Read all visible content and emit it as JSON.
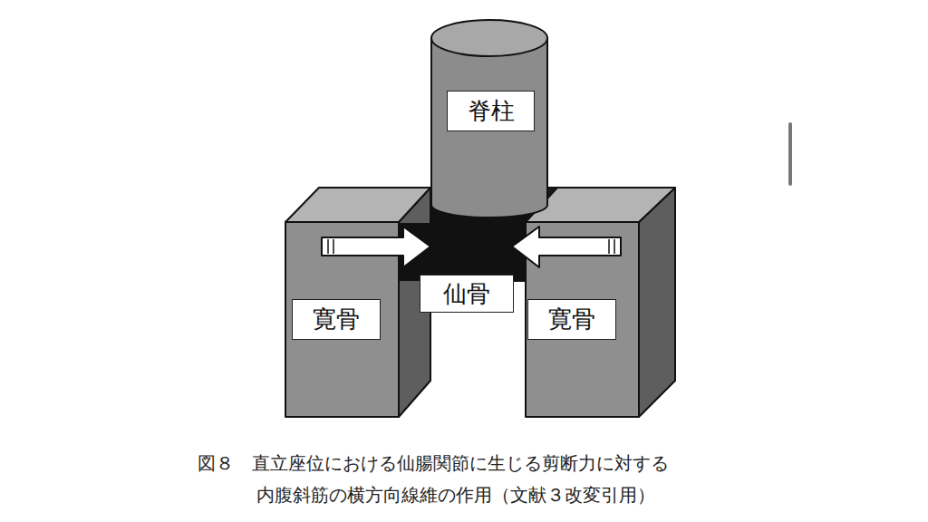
{
  "diagram": {
    "caption": "図８　直立座位における仙腸関節に生じる剪断力に対する 内腹斜筋の横方向線維の作用（文献３改変引用）",
    "nodes": [
      {
        "text": [
          "脊柱"
        ]
      },
      {
        "text": [
          "仙骨"
        ]
      },
      {
        "text": [
          "寛骨"
        ]
      },
      {
        "text": [
          "寛骨"
        ]
      }
    ]
  }
}
